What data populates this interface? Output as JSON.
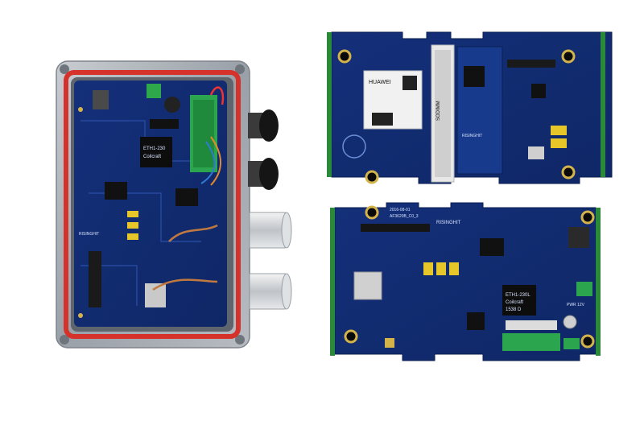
{
  "enclosure_board": {
    "chip_label_1": "ETH1-230",
    "chip_label_2": "Coilcraft",
    "brand_silk": "RISINGHIT"
  },
  "top_board": {
    "module_brand": "HUAWEI",
    "slot_text": "SODIMM",
    "brand_silk": "RISINGHIT"
  },
  "bottom_board": {
    "date_silk": "2016-08-01",
    "version_silk": "AF3620B_C0_3",
    "brand_silk": "RISINGHIT",
    "chip_label_1": "ETH1-230L",
    "chip_label_2": "Coilcraft",
    "chip_label_3": "1538 D",
    "power_label": "PWR 12V"
  }
}
